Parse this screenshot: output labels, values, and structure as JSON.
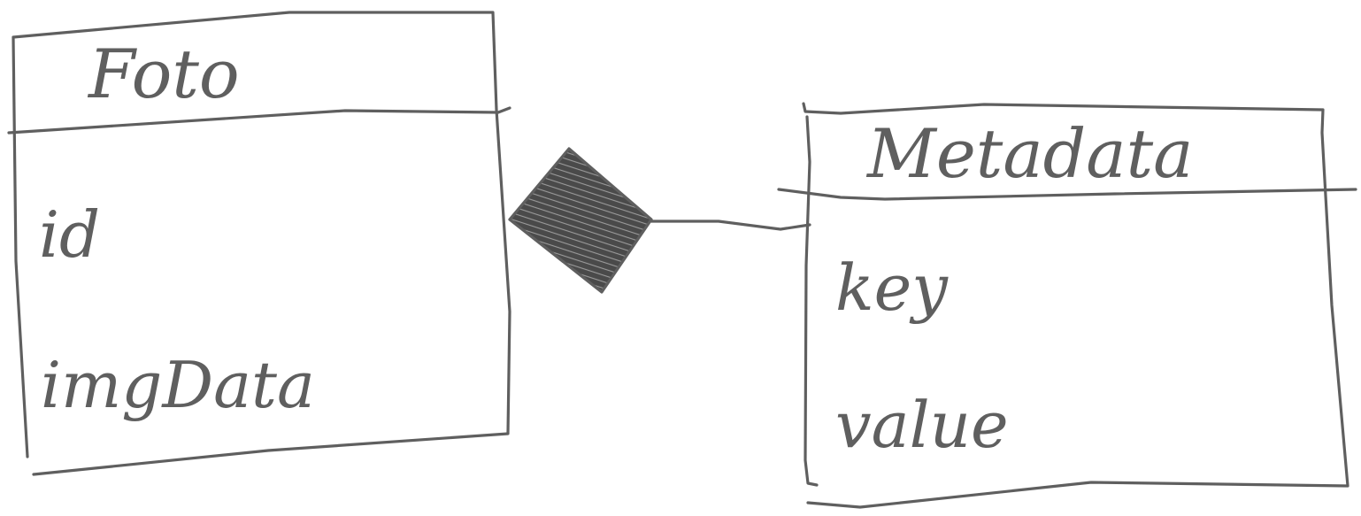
{
  "colors": {
    "ink": "#5f5f5f",
    "background": "#ffffff"
  },
  "foto": {
    "title": "Foto",
    "attributes": [
      "id",
      "imgData"
    ]
  },
  "metadata": {
    "title": "Metadata",
    "attributes": [
      "key",
      "value"
    ]
  },
  "relationship": {
    "type": "composition"
  }
}
